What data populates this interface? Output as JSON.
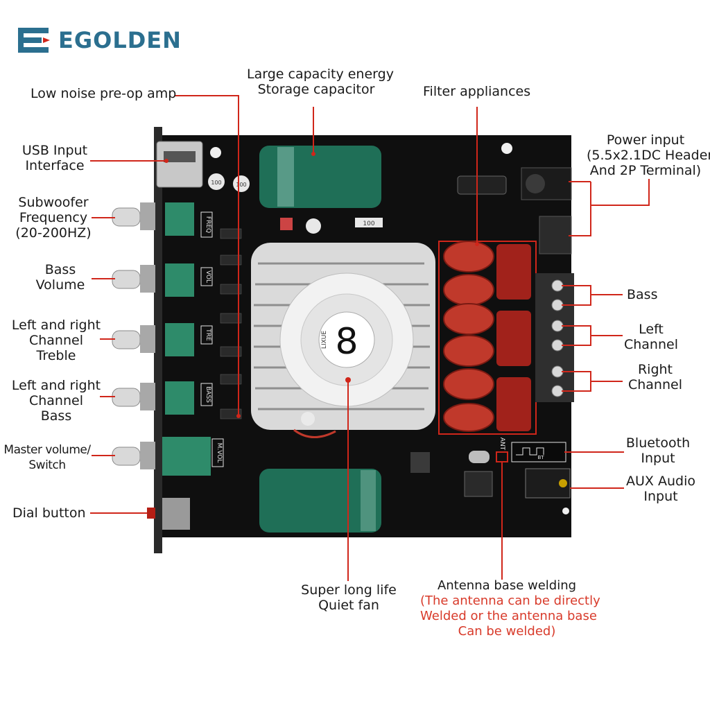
{
  "brand": {
    "name": "EGOLDEN",
    "color": "#2b6f8f",
    "logo": "egolden-logo-mark"
  },
  "accent_color": "#d0261a",
  "board_labels": {
    "freq": "FREQ",
    "vol": "VOL",
    "tre": "TRE",
    "bass": "BASS",
    "mvol": "M.VOL",
    "ant": "ANT",
    "bt": "BT",
    "cap_top": "100",
    "resistor": "100",
    "fan_hub": "LIXUE"
  },
  "callouts": {
    "low_noise": "Low noise pre-op amp",
    "capacitor": [
      "Large capacity energy",
      "Storage capacitor"
    ],
    "filter": "Filter appliances",
    "power": [
      "Power input",
      "(5.5x2.1DC Header",
      "And 2P Terminal)"
    ],
    "usb": [
      "USB Input",
      "Interface"
    ],
    "subwoofer": [
      "Subwoofer",
      "Frequency",
      "(20-200HZ)"
    ],
    "bass_volume": [
      "Bass",
      "Volume"
    ],
    "treble": [
      "Left and right",
      "Channel",
      "Treble"
    ],
    "lr_bass": [
      "Left and right",
      "Channel",
      "Bass"
    ],
    "master": [
      "Master volume/",
      "Switch"
    ],
    "dial": "Dial button",
    "bass_out": "Bass",
    "left_channel": [
      "Left",
      "Channel"
    ],
    "right_channel": [
      "Right",
      "Channel"
    ],
    "bluetooth": [
      "Bluetooth",
      "Input"
    ],
    "aux": [
      "AUX Audio",
      "Input"
    ],
    "fan": [
      "Super long life",
      "Quiet fan"
    ],
    "antenna": "Antenna base welding",
    "antenna_note": [
      "(The antenna can be directly",
      "Welded or the antenna base",
      "Can be welded)"
    ]
  }
}
